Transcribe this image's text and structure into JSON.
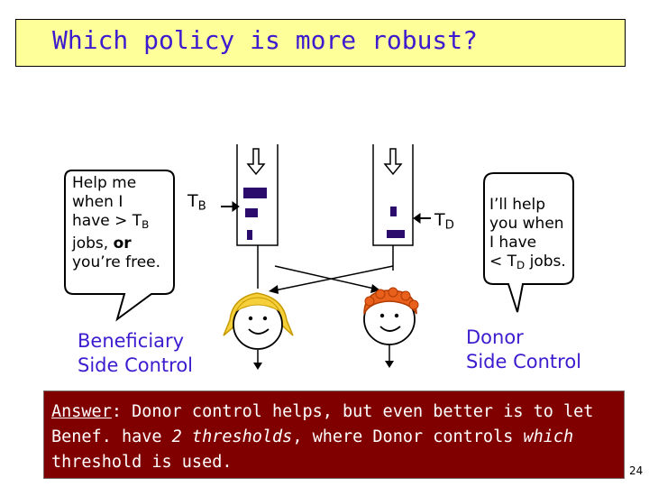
{
  "title": "Which policy is more robust?",
  "left_bubble": {
    "line1": "Help me",
    "line2": "when I",
    "line3_pre": "have > T",
    "line3_sub": "B",
    "line4_pre": "jobs, ",
    "line4_bold": "or",
    "line5": "you’re free."
  },
  "right_bubble": {
    "line1": "I’ll help",
    "line2": "you when",
    "line3": "I have",
    "line4_pre": "< T",
    "line4_sub": "D",
    "line4_post": " jobs."
  },
  "tb_label": {
    "main": "T",
    "sub": "B"
  },
  "td_label": {
    "main": "T",
    "sub": "D"
  },
  "beneficiary_label": {
    "line1": "Beneficiary",
    "line2": "Side Control"
  },
  "donor_label": {
    "line1": "Donor",
    "line2": "Side Control"
  },
  "answer": {
    "label": "Answer",
    "p1": ": Donor control helps, but even better is to let Benef. have ",
    "em1": "2 thresholds",
    "p2": ", where Donor controls ",
    "em2": "which",
    "p3": " threshold is used."
  },
  "page_number": "24",
  "colors": {
    "title_bg": "#ffff99",
    "accent_text": "#3d1ccf",
    "answer_bg": "#800000",
    "job": "#2b0b6b"
  }
}
